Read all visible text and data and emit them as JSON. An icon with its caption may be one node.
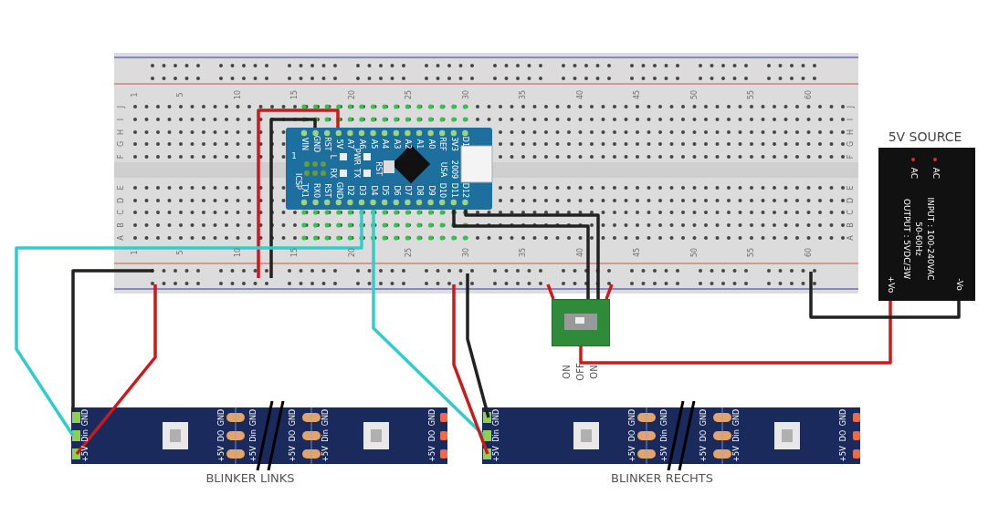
{
  "diagram": {
    "nodes": [
      {
        "text": [
          "1",
          "5",
          "10",
          "15",
          "20",
          "25",
          "30",
          "35",
          "40",
          "45",
          "50",
          "55",
          "60",
          "1",
          "5",
          "10",
          "15",
          "20",
          "25",
          "30",
          "35",
          "40",
          "45",
          "50",
          "55",
          "60",
          "J",
          "I",
          "H",
          "G",
          "F",
          "E",
          "D",
          "C",
          "B",
          "A",
          "J",
          "I",
          "H",
          "G",
          "F",
          "E",
          "D",
          "C",
          "B",
          "A"
        ]
      },
      {
        "text": [
          "VIN",
          "GND",
          "RST",
          "5V",
          "A7",
          "A6",
          "A5",
          "A4",
          "A3",
          "A2",
          "A1",
          "A0",
          "REF",
          "3V3",
          "D13",
          "TX1",
          "RX0",
          "RST",
          "GND",
          "D2",
          "D3",
          "D4",
          "D5",
          "D6",
          "D7",
          "D8",
          "D9",
          "D10",
          "D11",
          "D12",
          "ICSP",
          "1",
          "L",
          "PWR",
          "RX",
          "TX",
          "RST",
          "2009",
          "USA"
        ],
        "in": 0
      },
      {
        "text": [
          "AC",
          "AC",
          "INPUT : 100-240VAC",
          "50-60Hz",
          "OUTPUT : 5VDC/3W",
          "+Vo",
          "-Vo"
        ],
        "beside": [
          "5V SOURCE"
        ]
      },
      {
        "text": [],
        "shape": "box",
        "beside": [
          "ON",
          "OFF",
          "ON"
        ]
      },
      {
        "text": [
          "GND",
          "Din",
          "+5V",
          "GND",
          "DO",
          "+5V",
          "GND",
          "Din",
          "+5V",
          "GND",
          "DO",
          "+5V",
          "GND",
          "Din",
          "+5V",
          "GND",
          "DO",
          "+5V"
        ],
        "beside": [
          "BLINKER LINKS"
        ]
      },
      {
        "text": [
          "GND",
          "Din",
          "+5V",
          "GND",
          "DO",
          "+5V",
          "GND",
          "Din",
          "+5V",
          "GND",
          "DO",
          "+5V",
          "GND",
          "Din",
          "+5V",
          "GND",
          "DO",
          "+5V"
        ],
        "beside": [
          "BLINKER RECHTS"
        ]
      }
    ],
    "edges": [
      {
        "from": 1,
        "to": 0,
        "arrow": "none",
        "color": "#222222"
      },
      {
        "from": 1,
        "to": 0,
        "arrow": "none",
        "color": "#cc1a1a"
      },
      {
        "from": 1,
        "to": 4,
        "arrow": "none",
        "color": "#33cccc"
      },
      {
        "from": 0,
        "to": 4,
        "arrow": "none",
        "color": "#222222"
      },
      {
        "from": 0,
        "to": 4,
        "arrow": "none",
        "color": "#cc1a1a"
      },
      {
        "from": 1,
        "to": 5,
        "arrow": "none",
        "color": "#33cccc"
      },
      {
        "from": 0,
        "to": 5,
        "arrow": "none",
        "color": "#cc1a1a"
      },
      {
        "from": 0,
        "to": 5,
        "arrow": "none",
        "color": "#222222"
      },
      {
        "from": 1,
        "to": 3,
        "arrow": "none",
        "color": "#222222"
      },
      {
        "from": 1,
        "to": 3,
        "arrow": "none",
        "color": "#222222"
      },
      {
        "from": 0,
        "to": 3,
        "arrow": "none",
        "color": "#cc1a1a"
      },
      {
        "from": 0,
        "to": 3,
        "arrow": "none",
        "color": "#cc1a1a"
      },
      {
        "from": 3,
        "to": 2,
        "arrow": "none",
        "color": "#cc1a1a"
      },
      {
        "from": 2,
        "to": 0,
        "arrow": "none",
        "color": "#222222"
      }
    ]
  }
}
